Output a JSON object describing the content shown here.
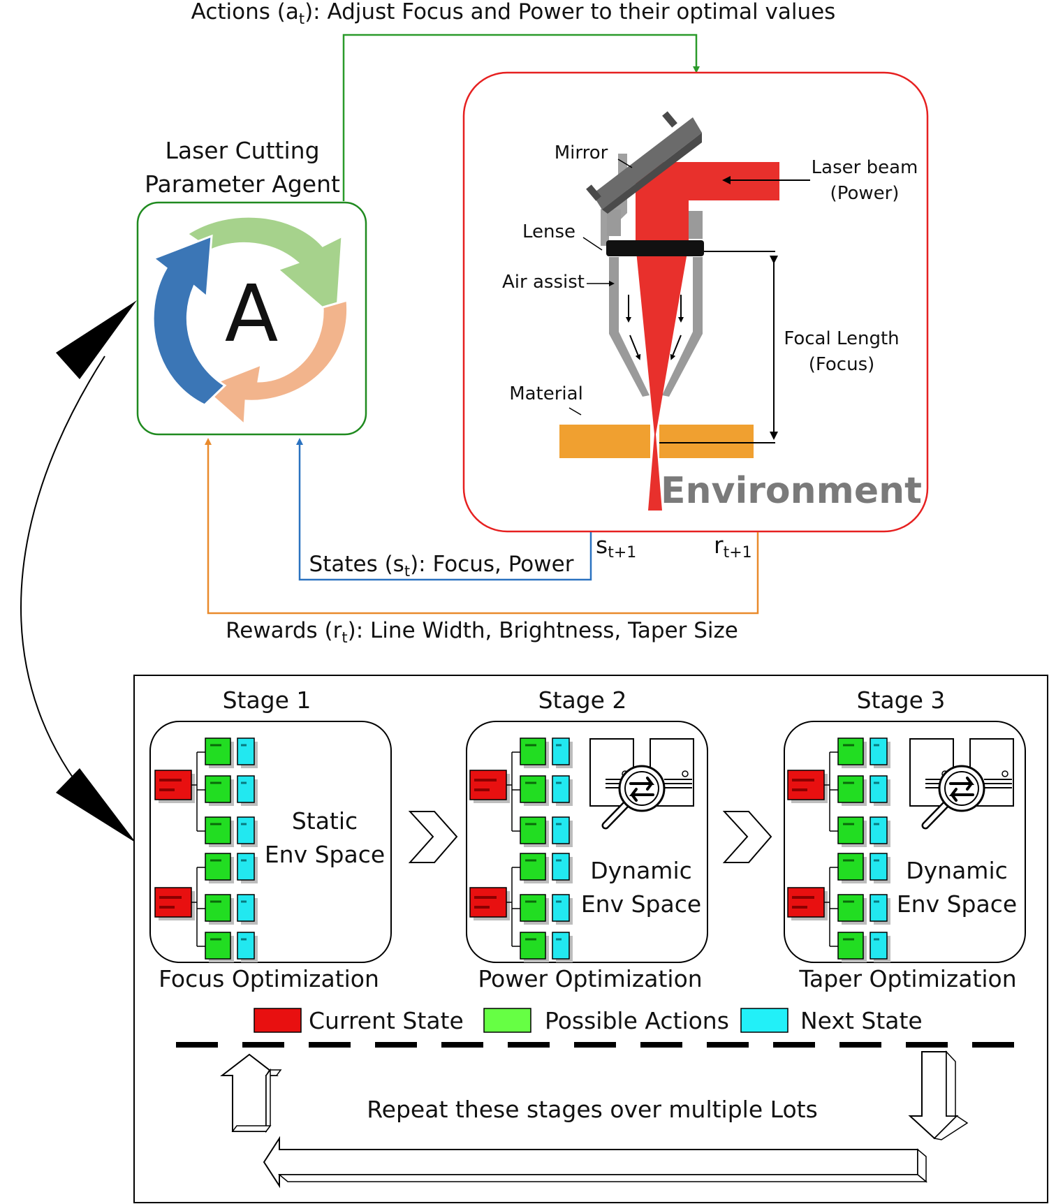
{
  "top": {
    "actions": {
      "prefix": "Actions (a",
      "sub": "t",
      "suffix": "): Adjust Focus and Power to their optimal values"
    },
    "states": {
      "prefix": "States (s",
      "sub": "t",
      "suffix": "): Focus, Power"
    },
    "rewards": {
      "prefix": "Rewards (r",
      "sub": "t",
      "suffix": "): Line Width, Brightness, Taper Size"
    },
    "s_next": {
      "main": "s",
      "sub": "t+1"
    },
    "r_next": {
      "main": "r",
      "sub": "t+1"
    }
  },
  "agent": {
    "title_line1": "Laser Cutting",
    "title_line2": "Parameter Agent",
    "letter": "A"
  },
  "environment": {
    "title": "Environment",
    "mirror": "Mirror",
    "laser_beam_line1": "Laser beam",
    "laser_beam_line2": "(Power)",
    "lense": "Lense",
    "air_assist": "Air assist",
    "focal_line1": "Focal Length",
    "focal_line2": "(Focus)",
    "material": "Material"
  },
  "stages": [
    {
      "title": "Stage 1",
      "caption": "Focus Optimization",
      "space_line1": "Static",
      "space_line2": "Env Space"
    },
    {
      "title": "Stage 2",
      "caption": "Power Optimization",
      "space_line1": "Dynamic",
      "space_line2": "Env Space"
    },
    {
      "title": "Stage 3",
      "caption": "Taper Optimization",
      "space_line1": "Dynamic",
      "space_line2": "Env Space"
    }
  ],
  "legend": {
    "current": "Current State",
    "actions": "Possible Actions",
    "next": "Next State"
  },
  "repeat": "Repeat these stages over multiple Lots",
  "colors": {
    "agent_border": "#1f8a1f",
    "env_border": "#e62020",
    "actions_line": "#2a9a2a",
    "states_line": "#2a72c0",
    "rewards_line": "#e98a2c",
    "laser": "#e8302c",
    "material": "#f0a030",
    "current_state": "#e81010",
    "possible_action": "#22dd22",
    "next_state": "#22e8f0",
    "cycle_green": "#a6d28c",
    "cycle_orange": "#f2b48c",
    "cycle_blue": "#3b76b6"
  }
}
